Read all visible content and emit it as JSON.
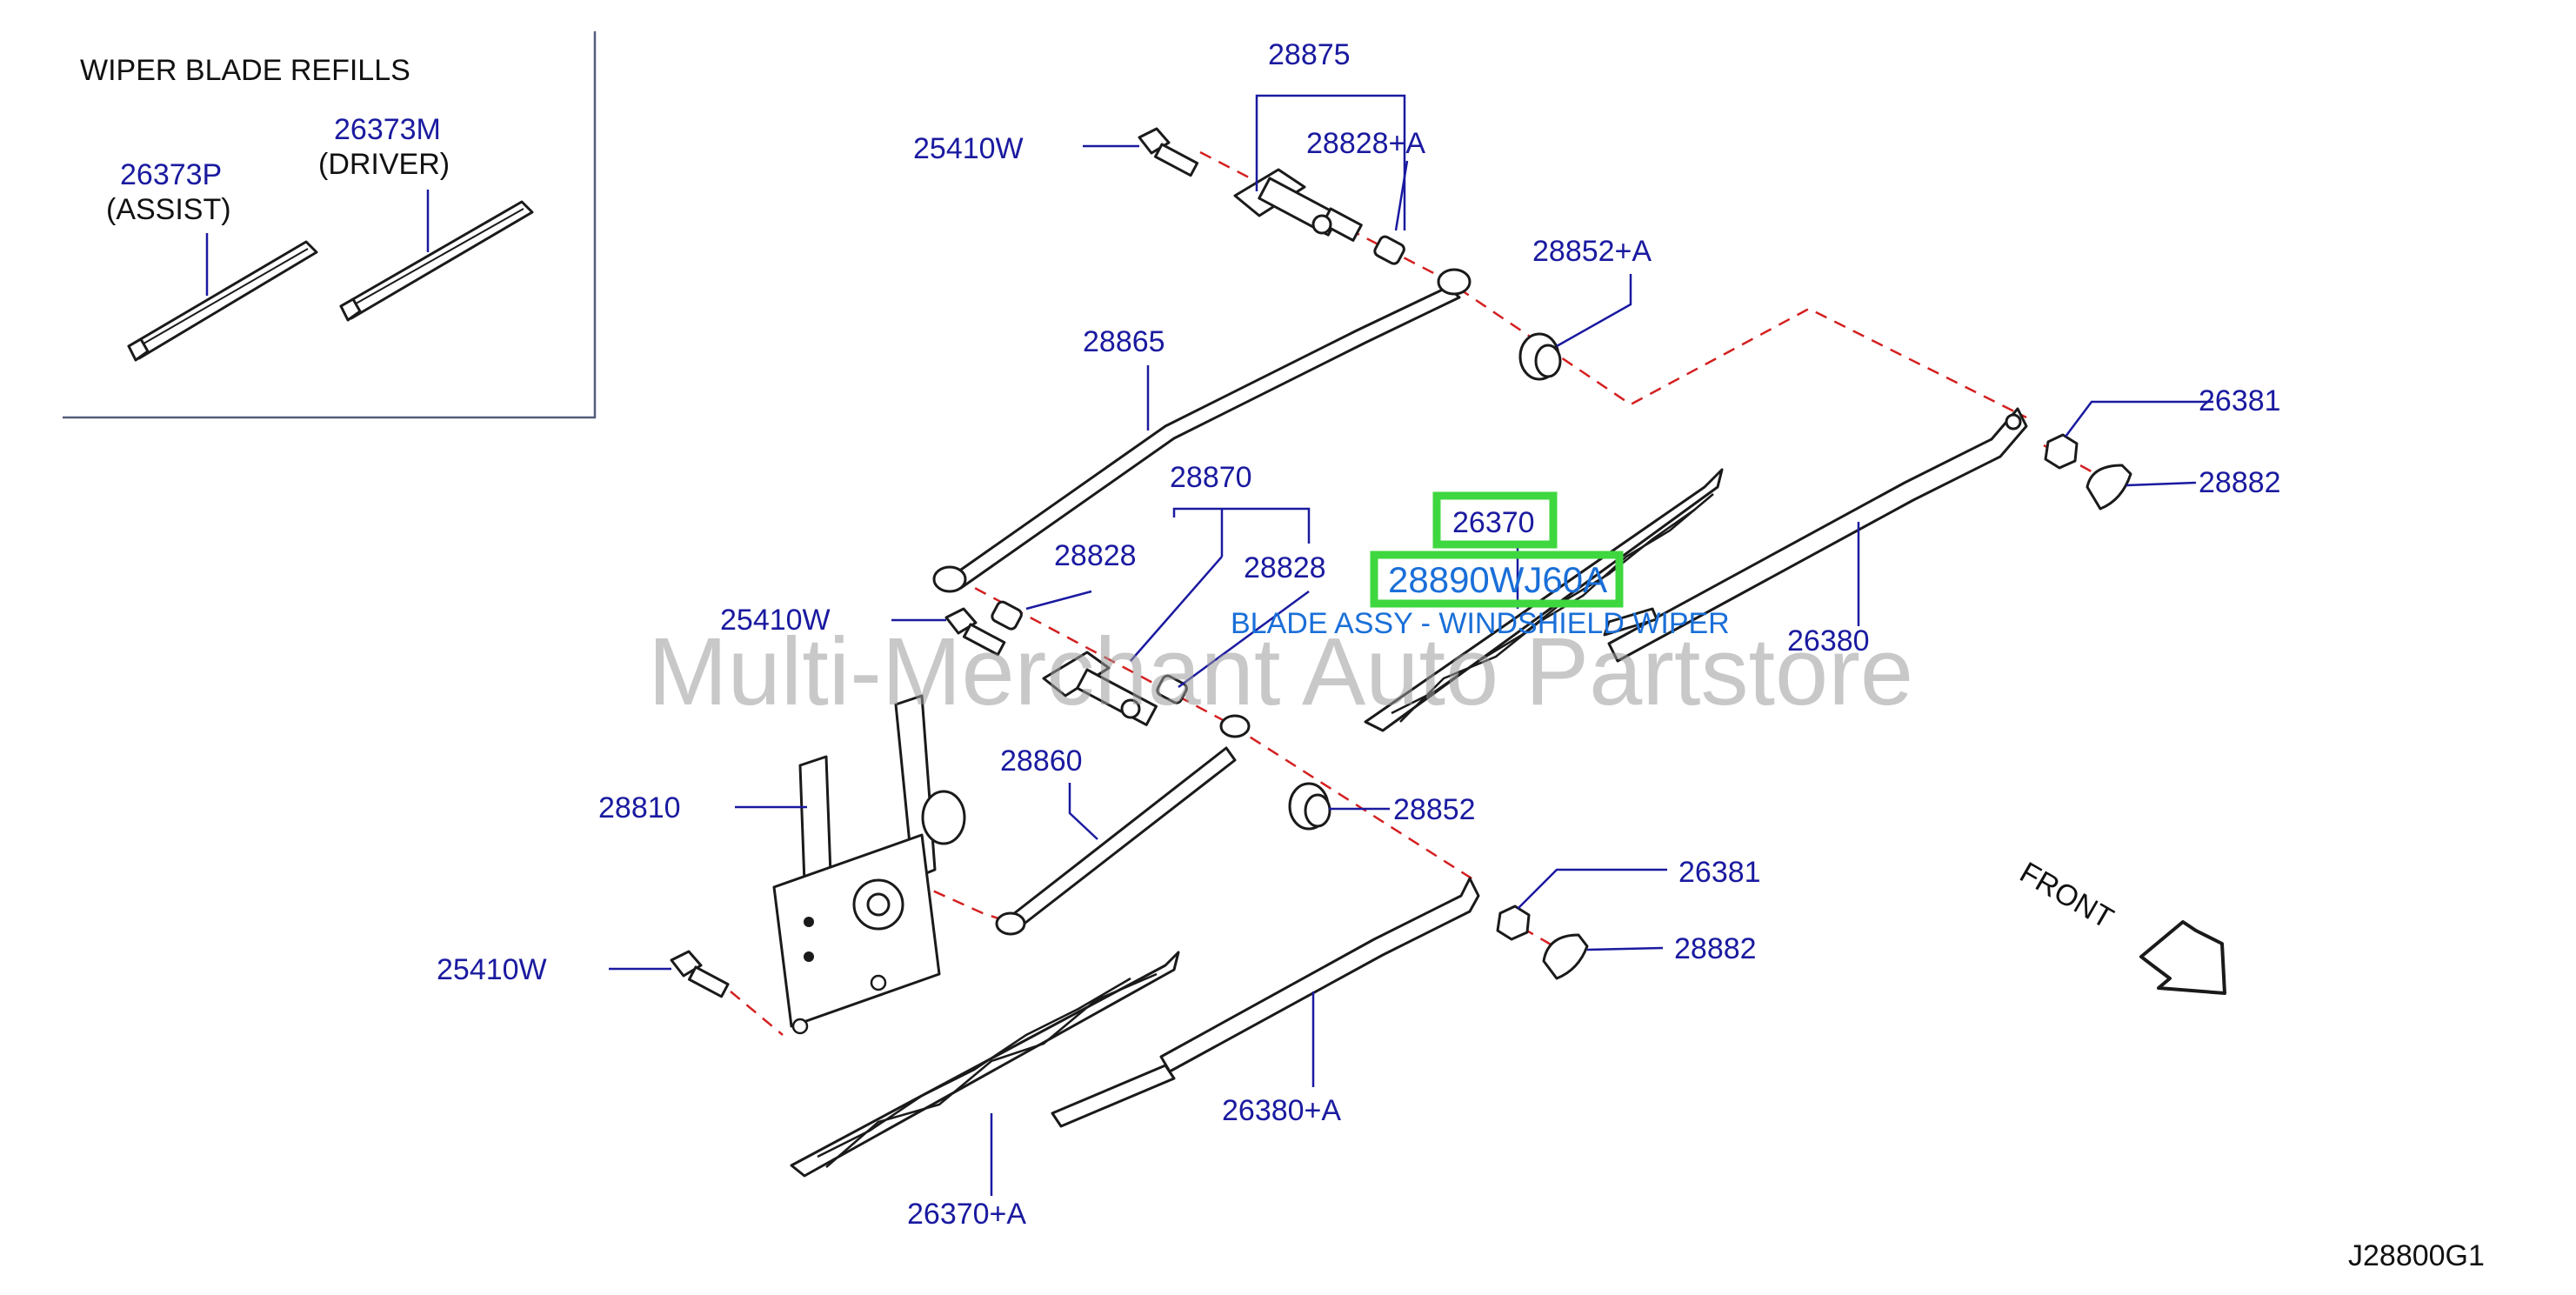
{
  "refills_box": {
    "title": "WIPER   BLADE   REFILLS",
    "assist_part": "26373P",
    "assist_note": "(ASSIST)",
    "driver_part": "26373M",
    "driver_note": "(DRIVER)"
  },
  "callouts": {
    "p28875": "28875",
    "p25410w_top": "25410W",
    "p28828a": "28828+A",
    "p28852a": "28852+A",
    "p28865": "28865",
    "p26381_top": "26381",
    "p28882_top": "28882",
    "p28870": "28870",
    "p28828_left": "28828",
    "p28828_right": "28828",
    "p25410w_mid": "25410W",
    "p26380": "26380",
    "p28860": "28860",
    "p28810": "28810",
    "p28852": "28852",
    "p26381_bottom": "26381",
    "p28882_bottom": "28882",
    "p25410w_bottom": "25410W",
    "p26380a": "26380+A",
    "p26370a": "26370+A"
  },
  "highlight": {
    "part": "26370",
    "oem_number": "28890WJ60A",
    "description": "BLADE ASSY - WINDSHIELD WIPER",
    "highlight_color": "#3fd73f"
  },
  "watermark": "Multi-Merchant Auto Partstore",
  "front_label": "FRONT",
  "diagram_code": "J28800G1",
  "colors": {
    "part_number": "#1a1aa0",
    "dashed_line": "#d42020",
    "description": "#1a6fd8"
  }
}
